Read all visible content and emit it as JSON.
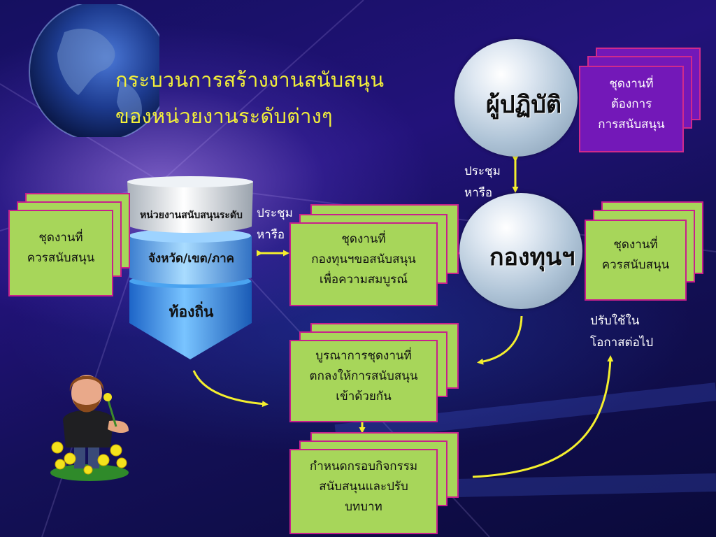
{
  "title": {
    "line1": "กระบวนการสร้างงานสนับสนุน",
    "line2": "ของหน่วยงานระดับต่างๆ"
  },
  "spheres": {
    "top": "ผู้ปฏิบัติ",
    "middle": "กองทุนฯ"
  },
  "funnel": {
    "tier1": "หน่วยงานสนับสนุนระดับ",
    "tier2": "จังหวัด/เขต/ภาค",
    "tier3": "ท้องถิ่น"
  },
  "documents": {
    "left": [
      "ชุดงานที่",
      "ควรสนับสนุน"
    ],
    "right": [
      "ชุดงานที่",
      "ควรสนับสนุน"
    ],
    "top_right": [
      "ชุดงานที่",
      "ต้องการ",
      "การสนับสนุน"
    ],
    "center": [
      "ชุดงานที่",
      "กองทุนฯขอสนับสนุน",
      "เพื่อความสมบูรณ์"
    ],
    "integrate": [
      "บูรณาการชุดงานที่",
      "ตกลงให้การสนับสนุน",
      "เข้าด้วยกัน"
    ],
    "framework": [
      "กำหนดกรอบกิจกรรม",
      "สนับสนุนและปรับ",
      "บทบาท"
    ]
  },
  "notes": {
    "meeting_left": [
      "ประชุม",
      "หารือ"
    ],
    "meeting_top": [
      "ประชุม",
      "หารือ"
    ],
    "adjust": [
      "ปรับใช้ใน",
      "โอกาสต่อไป"
    ]
  },
  "colors": {
    "doc_fill": "#a7d65a",
    "doc_border": "#c8208c",
    "purple_doc": "#7318b8",
    "title": "#f2ef3a",
    "arrow_yellow": "#f4ef2e",
    "arrow_pink": "#e0208a"
  },
  "icons": [
    "globe-icon",
    "character-with-flowers-icon"
  ]
}
